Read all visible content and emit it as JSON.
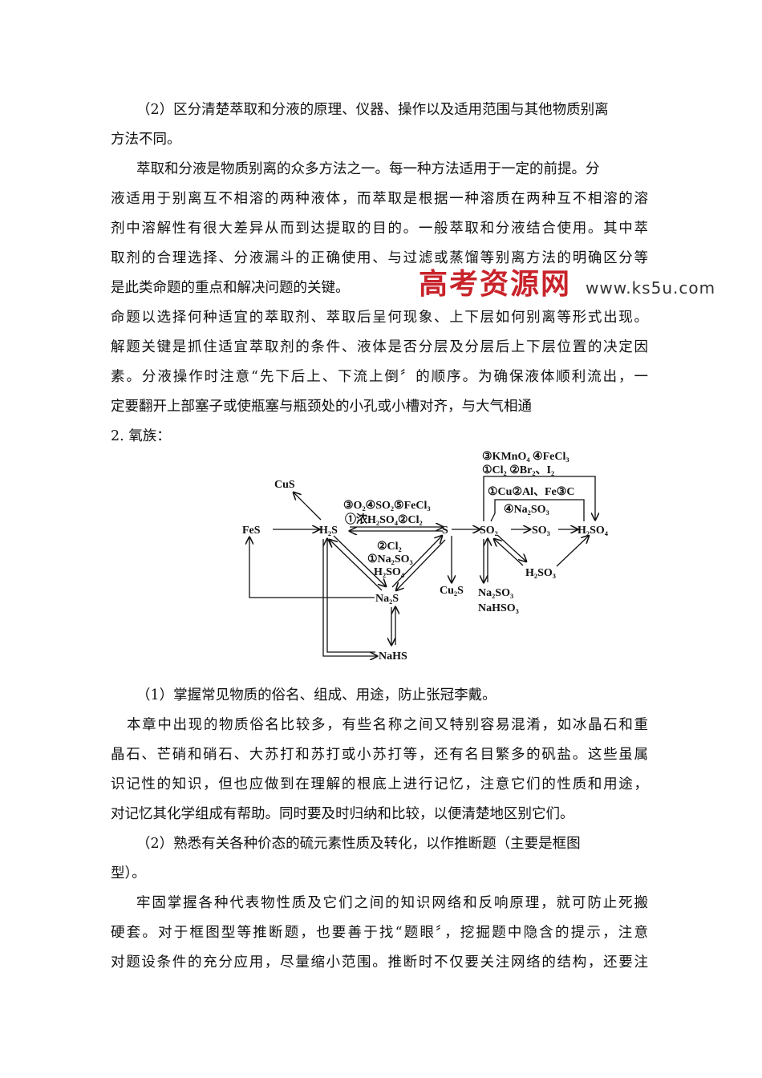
{
  "paragraphs": {
    "p1": [
      "（2）区分清楚萃取和分液的原理、仪器、操作以及适用范围与其他物质别离",
      "方法不同。"
    ],
    "p2": [
      "萃取和分液是物质别离的众多方法之一。每一种方法适用于一定的前提。分",
      "液适用于别离互不相溶的两种液体，而萃取是根据一种溶质在两种互不相溶的溶",
      "剂中溶解性有很大差异从而到达提取的目的。一般萃取和分液结合使用。其中萃",
      "取剂的合理选择、分液漏斗的正确使用、与过滤或蒸馏等别离方法的明确区分等",
      "是此类命题的重点和解决问题的关键。"
    ],
    "p3": [
      "命题以选择何种适宜的萃取剂、萃取后呈何现象、上下层如何别离等形式出现。",
      "解题关键是抓住适宜萃取剂的条件、液体是否分层及分层后上下层位置的决定因",
      "素。分液操作时注意“先下后上、下流上倒〞的顺序。为确保液体顺利流出，一",
      "定要翻开上部塞子或使瓶塞与瓶颈处的小孔或小槽对齐，与大气相通"
    ],
    "heading": "2. 氧族：",
    "p4": [
      "（1）掌握常见物质的俗名、组成、用途，防止张冠李戴。"
    ],
    "p5": [
      "本章中出现的物质俗名比较多，有些名称之间又特别容易混淆，如冰晶石和重",
      "晶石、芒硝和硝石、大苏打和苏打或小苏打等，还有名目繁多的矾盐。这些虽属",
      "识记性的知识，但也应做到在理解的根底上进行记忆，注意它们的性质和用途，",
      "对记忆其化学组成有帮助。同时要及时归纳和比较，以便清楚地区别它们。"
    ],
    "p6": [
      "（2）熟悉有关各种价态的硫元素性质及转化，以作推断题（主要是框图",
      "型）。"
    ],
    "p7": [
      "牢固掌握各种代表物性质及它们之间的知识网络和反响原理，就可防止死搬",
      "硬套。对于框图型等推断题，也要善于找“题眼〞，挖掘题中隐含的提示，注意",
      "对题设条件的充分应用，尽量缩小范围。推断时不仅要关注网络的结构，还要注"
    ]
  },
  "watermark": {
    "cn": "高考资源网",
    "url": "www.ks5u.com",
    "color": "#c8232b"
  },
  "diagram": {
    "nodes": {
      "fes": "FeS",
      "h2s": "H₂S",
      "cus": "CuS",
      "s": "S",
      "so2": "SO₂",
      "so3": "SO₃",
      "h2so4": "H₂SO₄",
      "na2s": "Na₂S",
      "nahs": "NaHS",
      "cu2s": "Cu₂S",
      "na2so3": "Na₂SO₃",
      "nahso3": "NaHSO₃",
      "h2so3": "H₂SO₃"
    },
    "labels": {
      "h2s_s_top": "③O₂④SO₂⑤FeCl₃",
      "h2s_s_bottom": "①浓H₂SO₄②Cl₂",
      "na2s_s_1": "②Cl₂",
      "na2s_s_2": "①Na₂SO₃",
      "na2s_s_3": "H₂SO₄",
      "outer_1": "③KMnO₄ ④FeCl₃",
      "outer_2": "①Cl₂ ②Br₂、I₂",
      "inner_1": "①Cu②Al、Fe③C",
      "inner_2": "④Na₂SO₃"
    }
  }
}
